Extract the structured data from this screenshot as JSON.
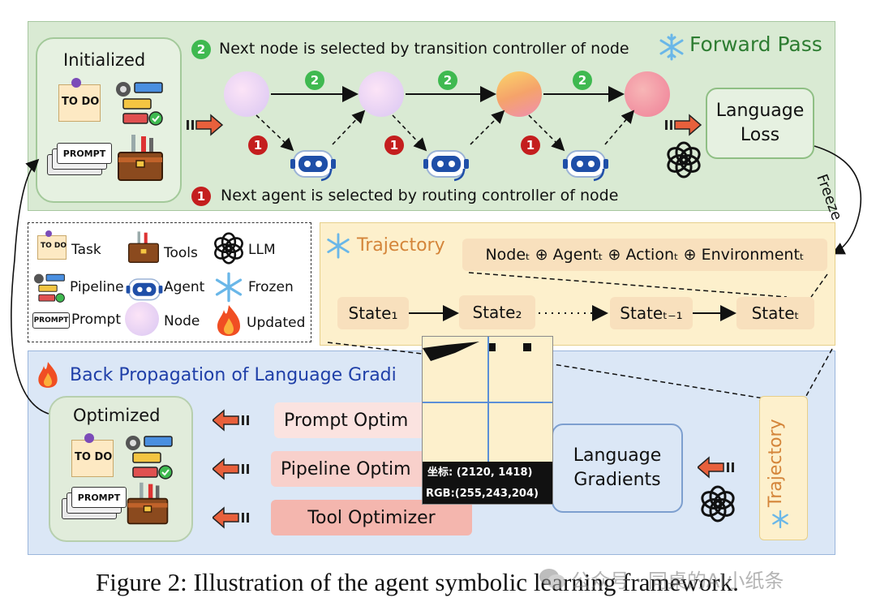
{
  "forward": {
    "title": "Forward Pass",
    "initialized": "Initialized",
    "step2_text": "Next node is selected by transition controller of node",
    "step1_text": "Next agent is selected by routing controller of node",
    "badge2": "2",
    "badge1": "1",
    "loss_line1": "Language",
    "loss_line2": "Loss"
  },
  "freeze": "Freeze",
  "todo_text": "TO DO",
  "prompt_text": "PROMPT",
  "legend": {
    "task": "Task",
    "tools": "Tools",
    "llm": "LLM",
    "pipeline": "Pipeline",
    "agent": "Agent",
    "frozen": "Frozen",
    "prompt": "Prompt",
    "node": "Node",
    "updated": "Updated"
  },
  "trajectory": {
    "title": "Trajectory",
    "formula": "Nodeₜ ⊕ Agentₜ ⊕ Actionₜ ⊕ Environmentₜ",
    "states": [
      "State₁",
      "State₂",
      "Stateₜ₋₁",
      "Stateₜ"
    ]
  },
  "backprop": {
    "title": "Back Propagation of Language Gradi",
    "optimized": "Optimized",
    "prompt_opt": "Prompt Optim",
    "pipeline_opt": "Pipeline Optim",
    "tool_opt": "Tool Optimizer",
    "gradients_line1": "Language",
    "gradients_line2": "Gradients",
    "trajectory_vertical": "Trajectory"
  },
  "magnifier": {
    "coord": "坐标: (2120, 1418)",
    "rgb": "RGB:(255,243,204)"
  },
  "caption": "Figure 2: Illustration of the agent symbolic learning framework.",
  "watermark": "公众号 · 同桌的AI小纸条",
  "colors": {
    "forward_bg": "#d9ead3",
    "trajectory_bg": "#fdf0cc",
    "back_bg": "#dbe7f6",
    "green_badge": "#3fb950",
    "red_badge": "#c41e1e"
  }
}
